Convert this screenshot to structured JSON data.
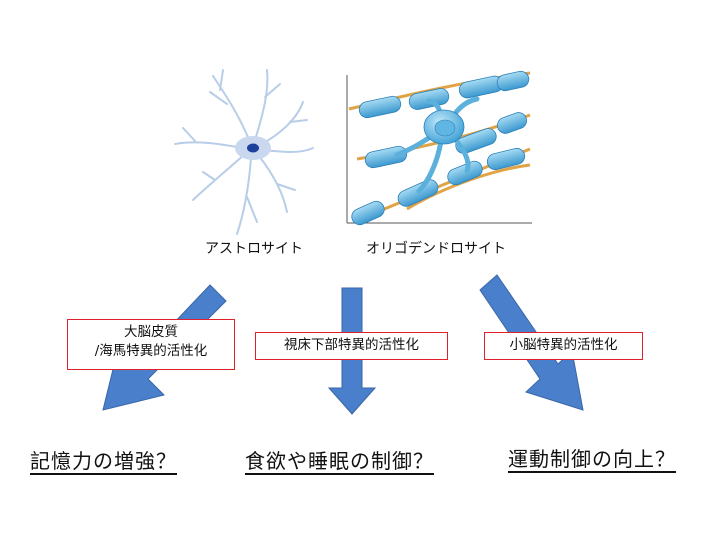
{
  "cells": {
    "astrocyte_label": "アストロサイト",
    "oligodendrocyte_label": "オリゴデンドロサイト"
  },
  "pathways": [
    {
      "box_lines": [
        "大脳皮質",
        "/海馬特異的活性化"
      ],
      "outcome": "記憶力の増強？"
    },
    {
      "box_lines": [
        "視床下部特異的活性化"
      ],
      "outcome": "食欲や睡眠の制御？"
    },
    {
      "box_lines": [
        "小脳特異的活性化"
      ],
      "outcome": "運動制御の向上？"
    }
  ],
  "colors": {
    "arrow": "#4a7fcb",
    "box_border": "#e0202a",
    "astrocyte": "#b8cde8",
    "astrocyte_nucleus": "#1e3f9a",
    "myelin": "#5bb0dc",
    "axon": "#e0a445",
    "soma": "#6cc2ea"
  }
}
